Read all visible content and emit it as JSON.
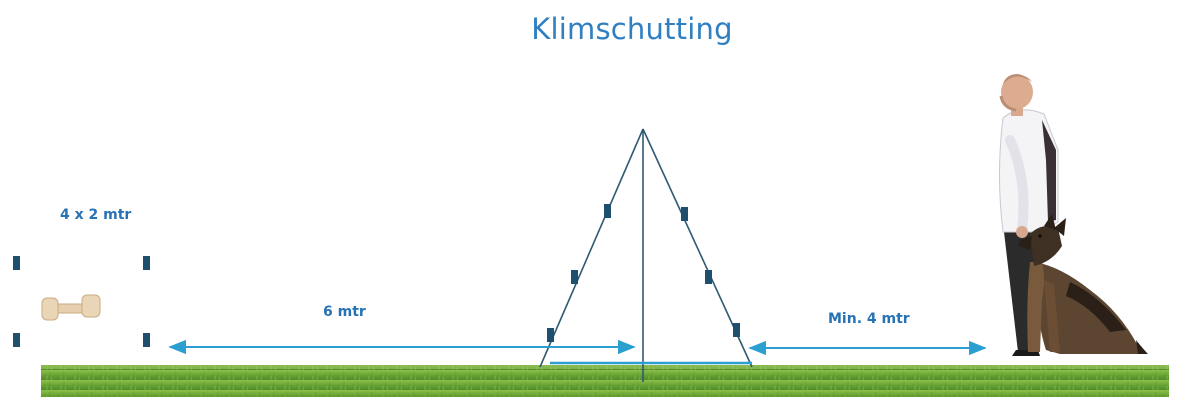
{
  "title": "Klimschutting",
  "labels": {
    "area": "4 x 2 mtr",
    "distance_left": "6 mtr",
    "distance_right": "Min. 4 mtr"
  },
  "icons": {
    "object": "dumbbell-icon",
    "handler": "person-icon",
    "dog": "dog-icon"
  },
  "colors": {
    "title": "#2f7fc1",
    "label": "#2672b5",
    "arrow": "#2a9fd0",
    "frame": "#2e5a73",
    "marker": "#1f4f6e",
    "grass": "#6aa535"
  }
}
